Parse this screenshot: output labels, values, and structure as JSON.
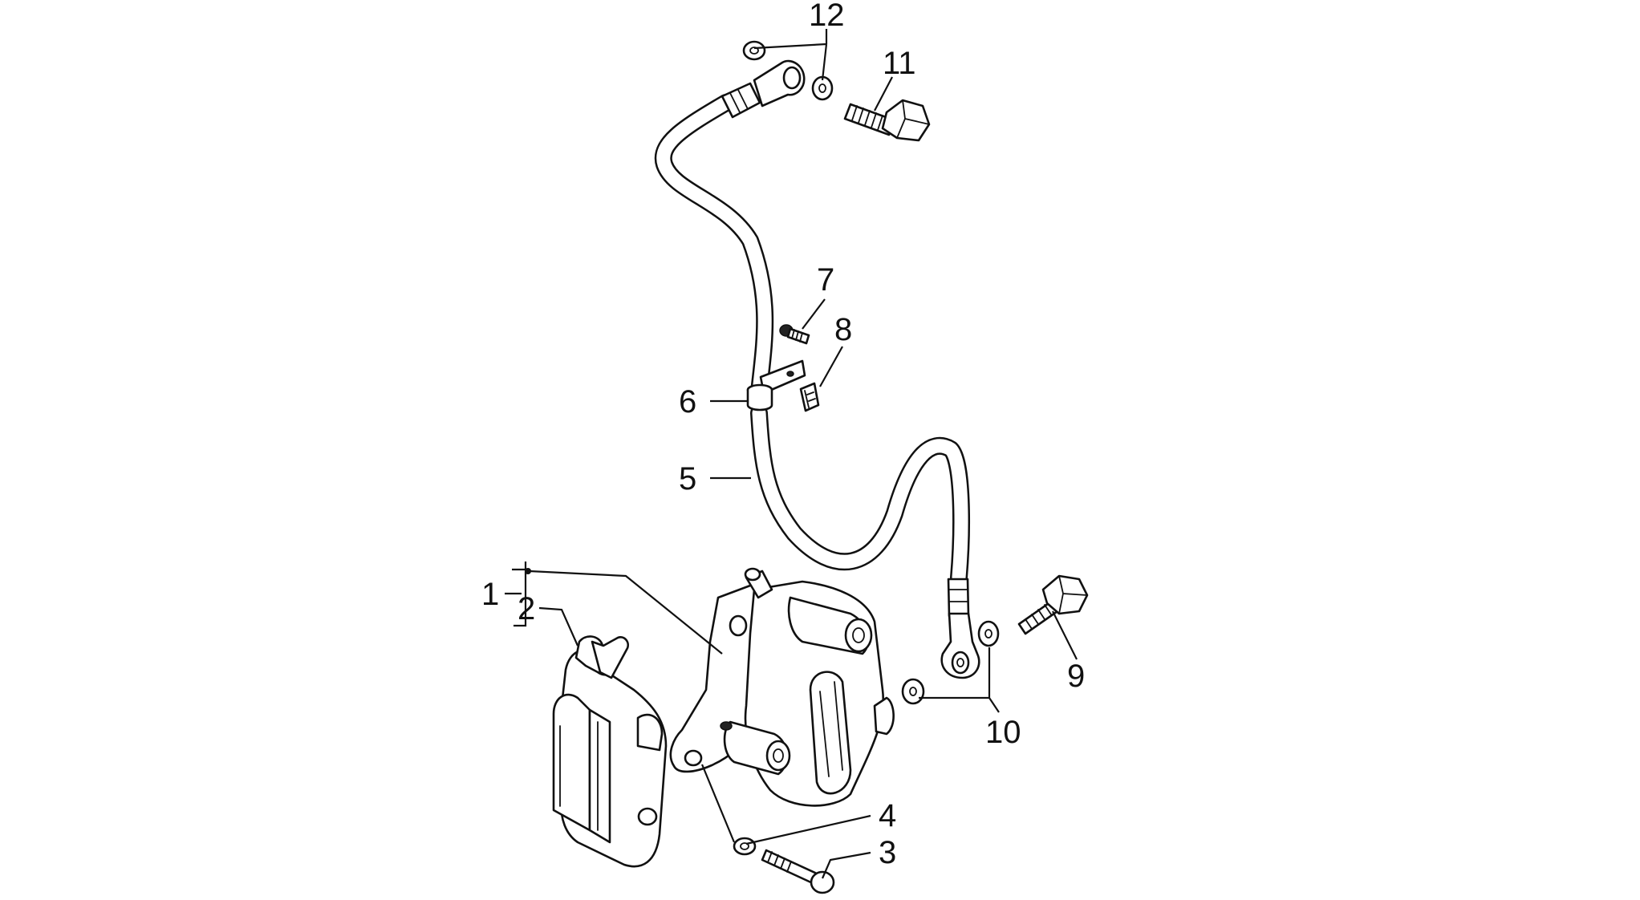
{
  "diagram": {
    "callouts": [
      {
        "id": "1",
        "label": "1"
      },
      {
        "id": "2",
        "label": "2"
      },
      {
        "id": "3",
        "label": "3"
      },
      {
        "id": "4",
        "label": "4"
      },
      {
        "id": "5",
        "label": "5"
      },
      {
        "id": "6",
        "label": "6"
      },
      {
        "id": "7",
        "label": "7"
      },
      {
        "id": "8",
        "label": "8"
      },
      {
        "id": "9",
        "label": "9"
      },
      {
        "id": "10",
        "label": "10"
      },
      {
        "id": "11",
        "label": "11"
      },
      {
        "id": "12",
        "label": "12"
      }
    ],
    "parts": [
      {
        "name": "brake-caliper"
      },
      {
        "name": "brake-pads"
      },
      {
        "name": "caliper-bolt"
      },
      {
        "name": "caliper-washer"
      },
      {
        "name": "brake-hose"
      },
      {
        "name": "hose-grommet"
      },
      {
        "name": "bracket-screw"
      },
      {
        "name": "hose-clip"
      },
      {
        "name": "lower-banjo-bolt"
      },
      {
        "name": "lower-copper-washers"
      },
      {
        "name": "upper-banjo-bolt"
      },
      {
        "name": "upper-copper-washers"
      }
    ],
    "colors": {
      "line": "#111111",
      "background": "#ffffff"
    }
  }
}
